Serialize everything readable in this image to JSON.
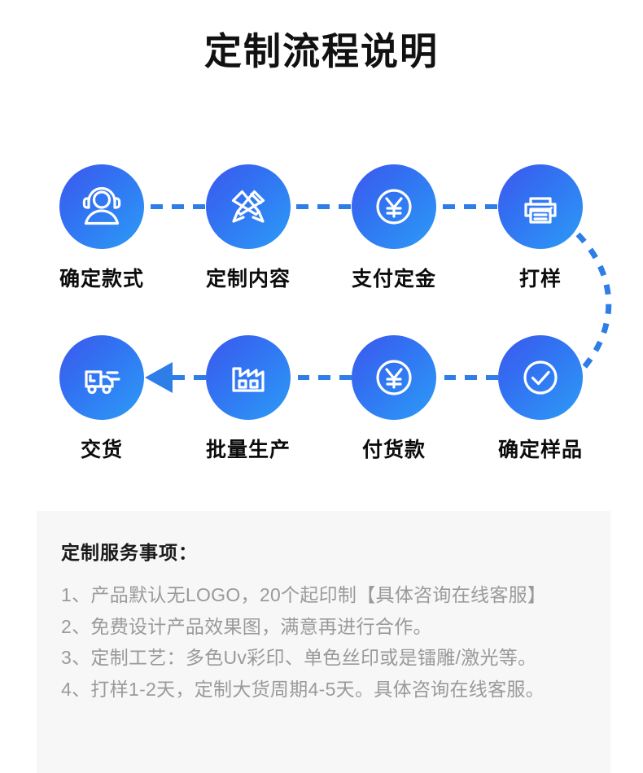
{
  "page": {
    "title": "定制流程说明",
    "accent_gradient_from": "#3d57ec",
    "accent_gradient_to": "#2c9bf6",
    "connector_color": "#2f7ee8",
    "notes_background": "#f7f7f7",
    "notes_text_color": "#9a9a9a"
  },
  "flow": {
    "row1": [
      {
        "label": "确定款式",
        "icon": "headset-customer-service-icon"
      },
      {
        "label": "定制内容",
        "icon": "crossed-pencils-design-icon"
      },
      {
        "label": "支付定金",
        "icon": "yen-coin-icon"
      },
      {
        "label": "打样",
        "icon": "printer-icon"
      }
    ],
    "row2": [
      {
        "label": "交货",
        "icon": "delivery-truck-icon"
      },
      {
        "label": "批量生产",
        "icon": "factory-icon"
      },
      {
        "label": "付货款",
        "icon": "yen-coin-icon"
      },
      {
        "label": "确定样品",
        "icon": "check-circle-icon"
      }
    ]
  },
  "notes": {
    "heading": "定制服务事项：",
    "lines": [
      "1、产品默认无LOGO，20个起印制【具体咨询在线客服】",
      "2、免费设计产品效果图，满意再进行合作。",
      "3、定制工艺：多色Uv彩印、单色丝印或是镭雕/激光等。",
      "4、打样1-2天，定制大货周期4-5天。具体咨询在线客服。"
    ]
  }
}
